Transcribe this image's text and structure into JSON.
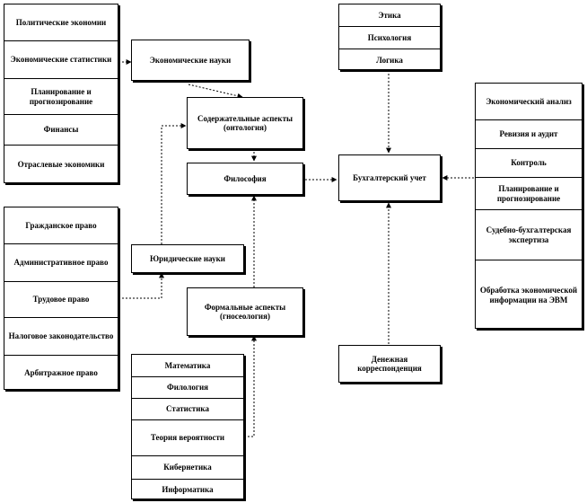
{
  "left_top_stack": [
    "Политические экономии",
    "Экономические статистики",
    "Планирование и прогнозирование",
    "Финансы",
    "Отраслевые экономики"
  ],
  "left_bottom_stack": [
    "Гражданское право",
    "Административное право",
    "Трудовое право",
    "Налоговое законодательство",
    "Арбитражное право"
  ],
  "top_right_stack": [
    "Этика",
    "Психология",
    "Логика"
  ],
  "right_stack": [
    "Экономический анализ",
    "Ревизия и аудит",
    "Контроль",
    "Планирование и прогнозирование",
    "Судебно-бухгалтерская экспертиза",
    "Обработка экономической информации на ЭВМ"
  ],
  "bottom_middle_stack": [
    "Математика",
    "Филология",
    "Статистика",
    "Теория вероятности",
    "Кибернетика",
    "Информатика"
  ],
  "nodes": {
    "economic_sciences": "Экономические науки",
    "content_aspects": "Содержательные аспекты (онтология)",
    "philosophy": "Философия",
    "legal_sciences": "Юридические науки",
    "formal_aspects": "Формальные аспекты (гносеология)",
    "accounting": "Бухгалтерский учет",
    "money_correspondence": "Денежная корреспонденция"
  }
}
